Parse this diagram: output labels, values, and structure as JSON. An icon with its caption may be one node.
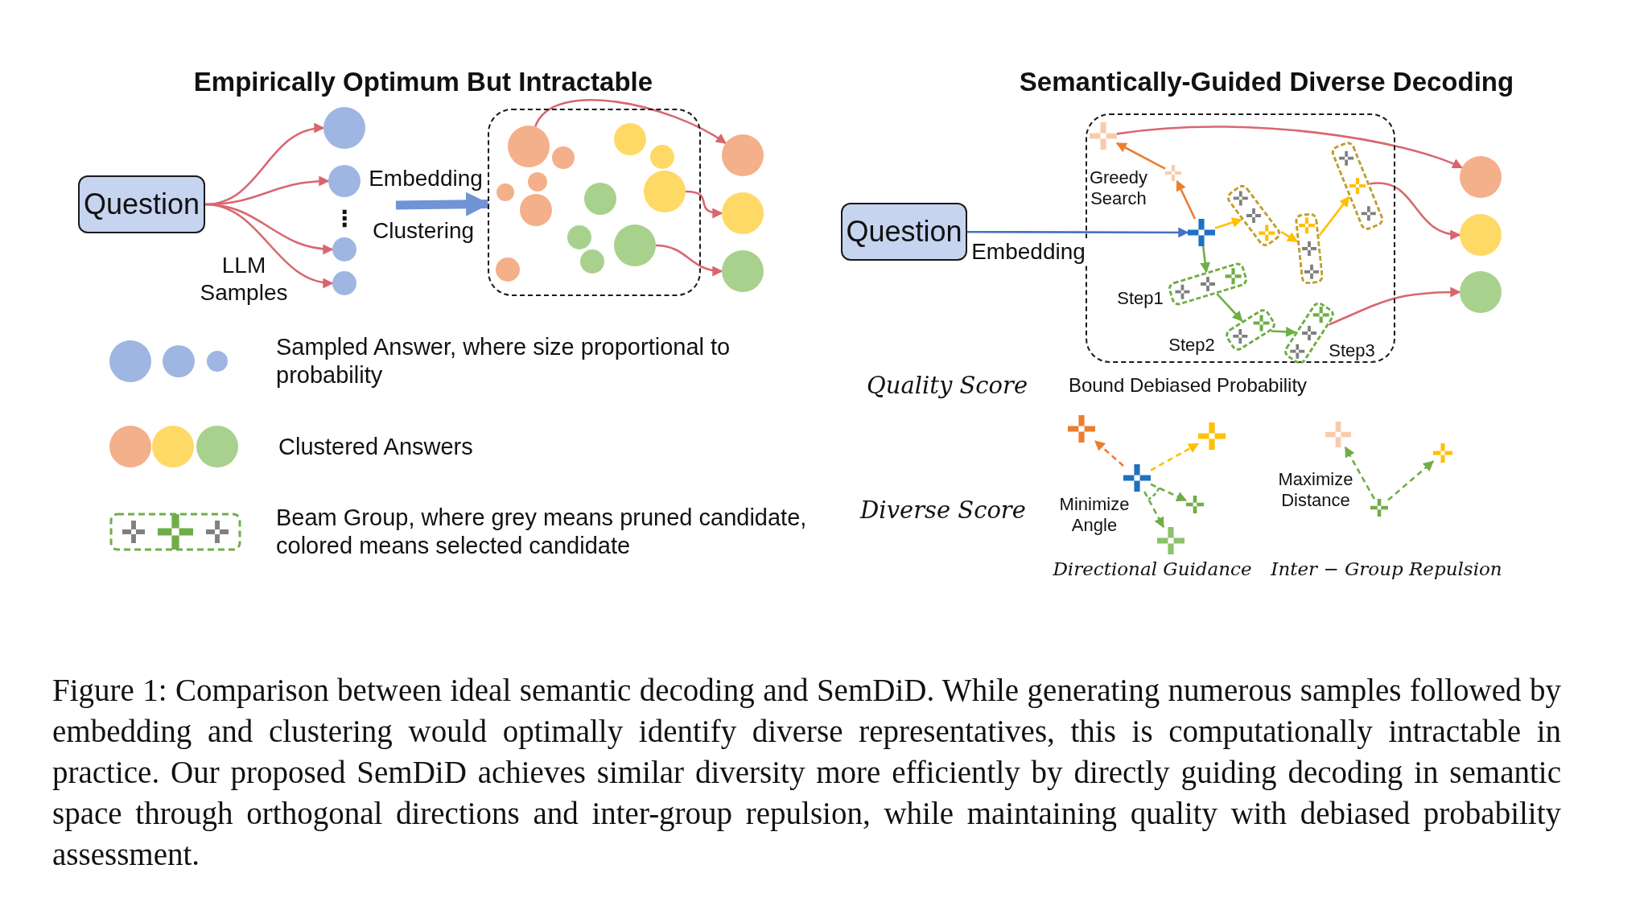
{
  "diagram": {
    "caption": "Figure 1: Comparison between ideal semantic decoding and SemDiD. While generating numerous samples followed by embedding and clustering would optimally identify diverse representatives, this is computationally intractable in practice. Our proposed SemDiD achieves similar diversity more efficiently by directly guiding decoding in semantic space through orthogonal directions and inter-group repulsion, while maintaining quality with debiased probability assessment.",
    "nodes": [
      {
        "text": [
          "Question"
        ]
      },
      {
        "text": [],
        "shape": "circle"
      },
      {
        "text": [],
        "shape": "circle"
      },
      {
        "text": [],
        "shape": "circle"
      },
      {
        "text": [],
        "shape": "circle"
      },
      {
        "text": [],
        "shape": "box"
      },
      {
        "text": [],
        "shape": "circle",
        "in": 5
      },
      {
        "text": [],
        "shape": "circle",
        "in": 5
      },
      {
        "text": [],
        "shape": "circle",
        "in": 5
      },
      {
        "text": [],
        "shape": "circle",
        "in": 5
      },
      {
        "text": [],
        "shape": "circle",
        "in": 5
      },
      {
        "text": [],
        "shape": "circle",
        "in": 5
      },
      {
        "text": [],
        "shape": "circle",
        "in": 5
      },
      {
        "text": [],
        "shape": "circle",
        "in": 5
      },
      {
        "text": [],
        "shape": "circle",
        "in": 5
      },
      {
        "text": [],
        "shape": "circle",
        "in": 5
      },
      {
        "text": [],
        "shape": "circle",
        "in": 5
      },
      {
        "text": [],
        "shape": "circle",
        "in": 5
      },
      {
        "text": [],
        "shape": "circle",
        "in": 5
      },
      {
        "text": [],
        "shape": "circle"
      },
      {
        "text": [],
        "shape": "circle"
      },
      {
        "text": [],
        "shape": "circle"
      },
      {
        "text": [
          "Question"
        ]
      },
      {
        "text": [],
        "shape": "box"
      },
      {
        "text": [],
        "shape": "plus",
        "in": 23
      },
      {
        "text": [],
        "shape": "plus",
        "in": 23,
        "beside": [
          "Greedy Search"
        ]
      },
      {
        "text": [],
        "shape": "plus",
        "in": 23
      },
      {
        "text": [],
        "shape": "box",
        "in": 23
      },
      {
        "text": [],
        "shape": "box",
        "in": 23
      },
      {
        "text": [],
        "shape": "box",
        "in": 23
      },
      {
        "text": [],
        "shape": "box",
        "in": 23,
        "beside": [
          "Step1"
        ]
      },
      {
        "text": [],
        "shape": "box",
        "in": 23,
        "beside": [
          "Step2"
        ]
      },
      {
        "text": [],
        "shape": "box",
        "in": 23,
        "beside": [
          "Step3"
        ]
      },
      {
        "text": [],
        "shape": "circle"
      },
      {
        "text": [],
        "shape": "circle"
      },
      {
        "text": [],
        "shape": "circle"
      },
      {
        "text": [],
        "shape": "plus"
      },
      {
        "text": [],
        "shape": "plus"
      },
      {
        "text": [],
        "shape": "plus"
      },
      {
        "text": [],
        "shape": "plus"
      },
      {
        "text": [],
        "shape": "plus"
      },
      {
        "text": [],
        "shape": "plus"
      },
      {
        "text": [],
        "shape": "plus"
      },
      {
        "text": [],
        "shape": "plus"
      }
    ],
    "edges": [
      {
        "from": 0,
        "to": 1,
        "arrow": "to"
      },
      {
        "from": 0,
        "to": 2,
        "arrow": "to"
      },
      {
        "from": 0,
        "to": 3,
        "arrow": "to"
      },
      {
        "from": 0,
        "to": 4,
        "arrow": "to"
      },
      {
        "from": null,
        "to": 5,
        "arrow": "to",
        "style": "thick",
        "color": "#7094d6"
      },
      {
        "from": 7,
        "to": 19,
        "arrow": "to"
      },
      {
        "from": 11,
        "to": 20,
        "arrow": "to"
      },
      {
        "from": 16,
        "to": 21,
        "arrow": "to"
      },
      {
        "from": 22,
        "to": 24,
        "arrow": "to",
        "label": "Embedding",
        "color": "#4472c4"
      },
      {
        "from": 24,
        "to": 25,
        "arrow": "to",
        "color": "#ed7d31"
      },
      {
        "from": 25,
        "to": 26,
        "arrow": "to",
        "color": "#ed7d31"
      },
      {
        "from": 24,
        "to": 27,
        "arrow": "to",
        "color": "#ffc000"
      },
      {
        "from": 27,
        "to": 28,
        "arrow": "to",
        "color": "#ffc000"
      },
      {
        "from": 28,
        "to": 29,
        "arrow": "to",
        "color": "#ffc000"
      },
      {
        "from": 24,
        "to": 30,
        "arrow": "to",
        "color": "#70ad47"
      },
      {
        "from": 30,
        "to": 31,
        "arrow": "to",
        "color": "#70ad47"
      },
      {
        "from": 31,
        "to": 32,
        "arrow": "to",
        "color": "#70ad47"
      },
      {
        "from": 26,
        "to": 33,
        "arrow": "to"
      },
      {
        "from": 29,
        "to": 34,
        "arrow": "to"
      },
      {
        "from": 32,
        "to": 35,
        "arrow": "to"
      },
      {
        "from": 36,
        "to": 37,
        "arrow": "to",
        "style": "dashed",
        "color": "#ed7d31"
      },
      {
        "from": 36,
        "to": 38,
        "arrow": "to",
        "style": "dashed",
        "color": "#ffc000"
      },
      {
        "from": 36,
        "to": 39,
        "arrow": "to",
        "style": "dashed",
        "color": "#70ad47"
      },
      {
        "from": 36,
        "to": 40,
        "arrow": "to",
        "style": "dashed",
        "color": "#70ad47"
      },
      {
        "from": 43,
        "to": 41,
        "arrow": "to",
        "style": "dashed",
        "color": "#70ad47"
      },
      {
        "from": 43,
        "to": 42,
        "arrow": "to",
        "style": "dashed",
        "color": "#70ad47"
      }
    ],
    "labels": [
      "Empirically Optimum But Intractable",
      "Semantically-Guided Diverse Decoding",
      "Embedding",
      "⋮",
      "Clustering",
      "LLM Samples",
      "Quality Score",
      "Bound  Debiased Probability",
      "Diverse Score",
      "Minimize Angle",
      "Maximize Distance",
      "Directional Guidance",
      "Inter − Group Repulsion"
    ],
    "legend": [
      {
        "text": "Sampled Answer, where size proportional to probability"
      },
      {
        "text": "Clustered Answers"
      },
      {
        "text": "Beam Group, where grey means pruned candidate, colored means selected candidate"
      }
    ]
  }
}
